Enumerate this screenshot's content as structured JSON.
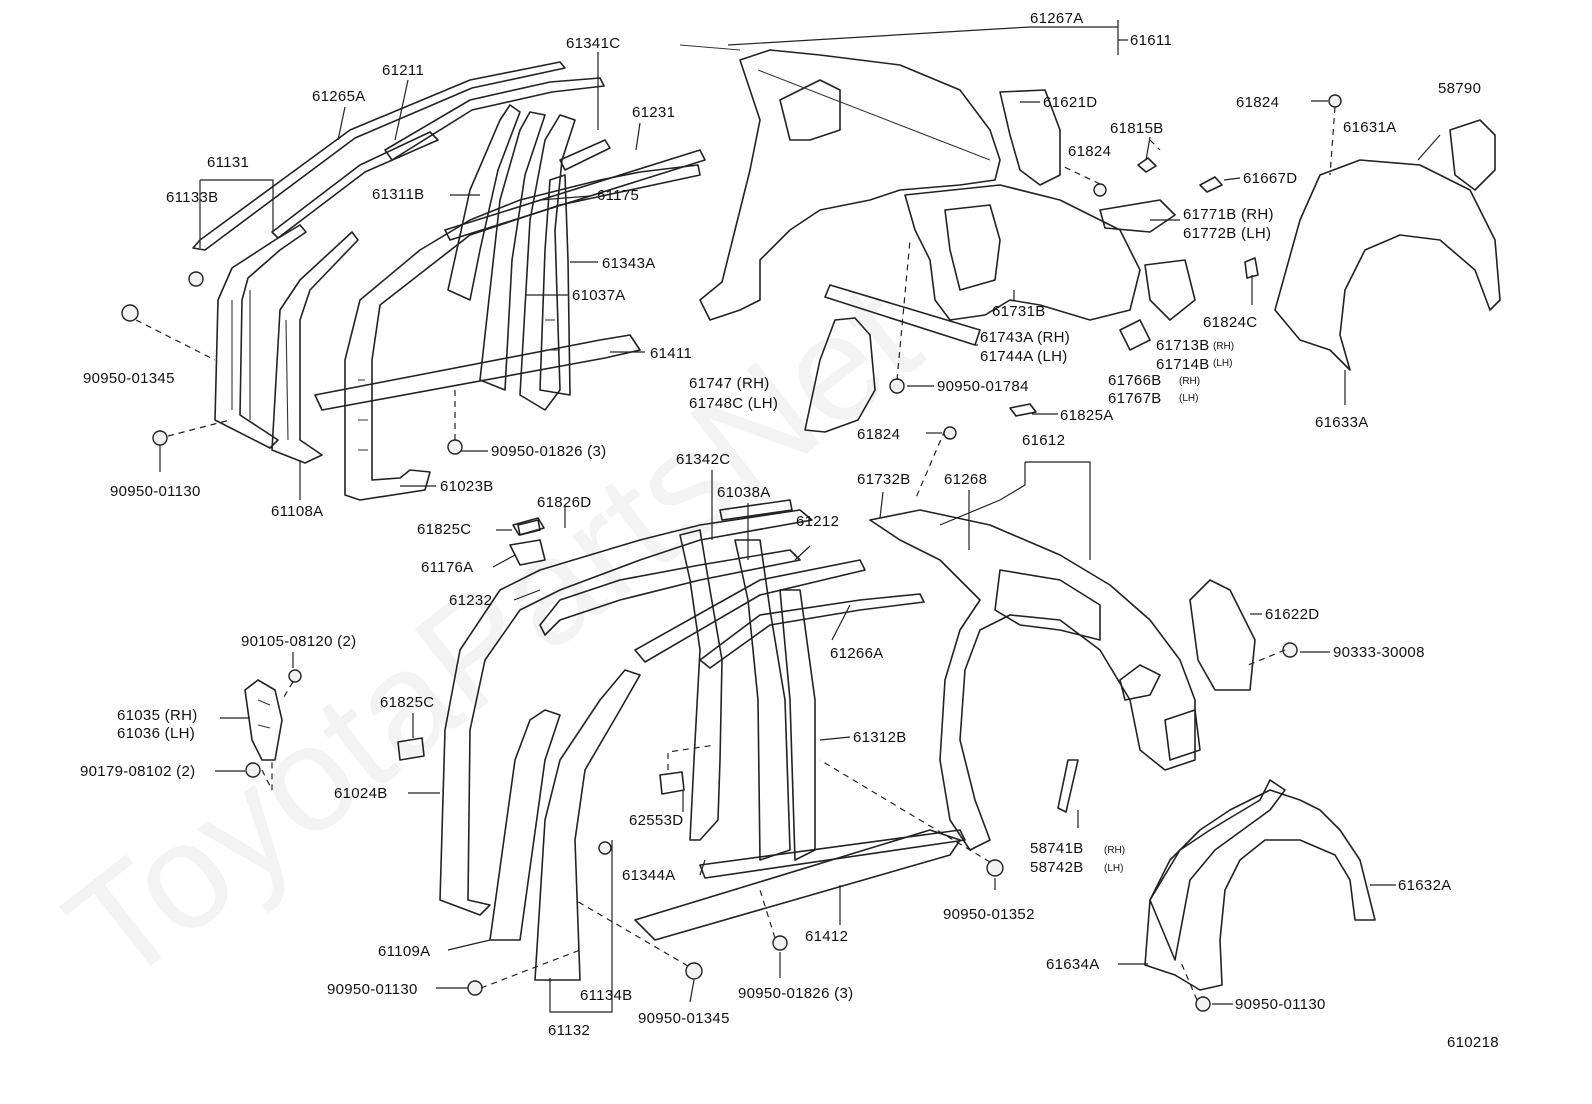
{
  "watermark": "ToyotaPartsNet",
  "diagram_id": "610218",
  "labels": [
    {
      "id": "l-61267a",
      "text": "61267A"
    },
    {
      "id": "l-61611",
      "text": "61611"
    },
    {
      "id": "l-61341c",
      "text": "61341C"
    },
    {
      "id": "l-61211",
      "text": "61211"
    },
    {
      "id": "l-61265a",
      "text": "61265A"
    },
    {
      "id": "l-61231",
      "text": "61231"
    },
    {
      "id": "l-61131",
      "text": "61131"
    },
    {
      "id": "l-61133b",
      "text": "61133B"
    },
    {
      "id": "l-61311b",
      "text": "61311B"
    },
    {
      "id": "l-61175",
      "text": "61175"
    },
    {
      "id": "l-61343a",
      "text": "61343A"
    },
    {
      "id": "l-61037a",
      "text": "61037A"
    },
    {
      "id": "l-61411",
      "text": "61411"
    },
    {
      "id": "l-90950-01345a",
      "text": "90950-01345"
    },
    {
      "id": "l-90950-01826a",
      "text": "90950-01826 (3)"
    },
    {
      "id": "l-90950-01130a",
      "text": "90950-01130"
    },
    {
      "id": "l-61108a",
      "text": "61108A"
    },
    {
      "id": "l-61023b",
      "text": "61023B"
    },
    {
      "id": "l-61621d",
      "text": "61621D"
    },
    {
      "id": "l-61824a",
      "text": "61824"
    },
    {
      "id": "l-61815b",
      "text": "61815B"
    },
    {
      "id": "l-61824b",
      "text": "61824"
    },
    {
      "id": "l-61667d",
      "text": "61667D"
    },
    {
      "id": "l-61771b",
      "text": "61771B (RH)"
    },
    {
      "id": "l-61772b",
      "text": "61772B (LH)"
    },
    {
      "id": "l-61731b",
      "text": "61731B"
    },
    {
      "id": "l-61743a",
      "text": "61743A (RH)"
    },
    {
      "id": "l-61744a",
      "text": "61744A (LH)"
    },
    {
      "id": "l-61747",
      "text": "61747  (RH)"
    },
    {
      "id": "l-61748c",
      "text": "61748C (LH)"
    },
    {
      "id": "l-90950-01784",
      "text": "90950-01784"
    },
    {
      "id": "l-61713b",
      "text": "61713B"
    },
    {
      "id": "l-61714b",
      "text": "61714B"
    },
    {
      "id": "l-61766b",
      "text": "61766B"
    },
    {
      "id": "l-61767b",
      "text": "61767B"
    },
    {
      "id": "l-61825a",
      "text": "61825A"
    },
    {
      "id": "l-61824c-top",
      "text": "61824"
    },
    {
      "id": "l-58790",
      "text": "58790"
    },
    {
      "id": "l-61631a",
      "text": "61631A"
    },
    {
      "id": "l-61824c",
      "text": "61824C"
    },
    {
      "id": "l-61633a",
      "text": "61633A"
    },
    {
      "id": "l-61824d",
      "text": "61824"
    },
    {
      "id": "l-61612",
      "text": "61612"
    },
    {
      "id": "l-61732b",
      "text": "61732B"
    },
    {
      "id": "l-61268",
      "text": "61268"
    },
    {
      "id": "l-61342c",
      "text": "61342C"
    },
    {
      "id": "l-61038a",
      "text": "61038A"
    },
    {
      "id": "l-61212",
      "text": "61212"
    },
    {
      "id": "l-61826d",
      "text": "61826D"
    },
    {
      "id": "l-61825c-a",
      "text": "61825C"
    },
    {
      "id": "l-61176a",
      "text": "61176A"
    },
    {
      "id": "l-61232",
      "text": "61232"
    },
    {
      "id": "l-61266a",
      "text": "61266A"
    },
    {
      "id": "l-61622d",
      "text": "61622D"
    },
    {
      "id": "l-90333-30008",
      "text": "90333-30008"
    },
    {
      "id": "l-90105-08120",
      "text": "90105-08120 (2)"
    },
    {
      "id": "l-61035",
      "text": "61035 (RH)"
    },
    {
      "id": "l-61036",
      "text": "61036 (LH)"
    },
    {
      "id": "l-90179-08102",
      "text": "90179-08102 (2)"
    },
    {
      "id": "l-61825c-b",
      "text": "61825C"
    },
    {
      "id": "l-61024b",
      "text": "61024B"
    },
    {
      "id": "l-61312b",
      "text": "61312B"
    },
    {
      "id": "l-62553d",
      "text": "62553D"
    },
    {
      "id": "l-61344a",
      "text": "61344A"
    },
    {
      "id": "l-58741b",
      "text": "58741B"
    },
    {
      "id": "l-58742b",
      "text": "58742B"
    },
    {
      "id": "l-90950-01352",
      "text": "90950-01352"
    },
    {
      "id": "l-61632a",
      "text": "61632A"
    },
    {
      "id": "l-61109a",
      "text": "61109A"
    },
    {
      "id": "l-61412",
      "text": "61412"
    },
    {
      "id": "l-61634a",
      "text": "61634A"
    },
    {
      "id": "l-90950-01130b",
      "text": "90950-01130"
    },
    {
      "id": "l-61134b",
      "text": "61134B"
    },
    {
      "id": "l-90950-01826b",
      "text": "90950-01826 (3)"
    },
    {
      "id": "l-90950-01130c",
      "text": "90950-01130"
    },
    {
      "id": "l-61132",
      "text": "61132"
    },
    {
      "id": "l-90950-01345b",
      "text": "90950-01345"
    }
  ],
  "side_notes": [
    {
      "id": "n-61713b",
      "text": "(RH)"
    },
    {
      "id": "n-61714b",
      "text": "(LH)"
    },
    {
      "id": "n-61766b",
      "text": "(RH)"
    },
    {
      "id": "n-61767b",
      "text": "(LH)"
    },
    {
      "id": "n-58741b",
      "text": "(RH)"
    },
    {
      "id": "n-58742b",
      "text": "(LH)"
    }
  ]
}
